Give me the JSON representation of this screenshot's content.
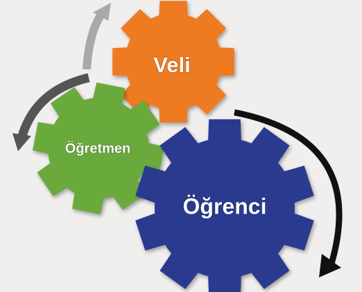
{
  "diagram": {
    "gears": [
      {
        "id": "veli",
        "label": "Veli",
        "color": "#ee7a22"
      },
      {
        "id": "ogretmen",
        "label": "Öğretmen",
        "color": "#6aaa3c"
      },
      {
        "id": "ogrenci",
        "label": "Öğrenci",
        "color": "#2b3a8f"
      }
    ],
    "arrows": [
      {
        "id": "ogretmen-to-veli",
        "color": "#a9a9a9"
      },
      {
        "id": "veli-to-ogretmen",
        "color": "#555555"
      },
      {
        "id": "veli-to-ogrenci",
        "color": "#111111"
      }
    ]
  }
}
